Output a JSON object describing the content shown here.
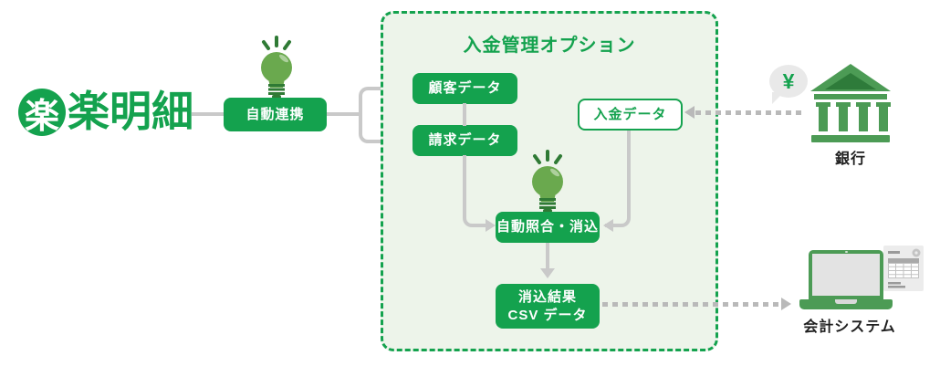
{
  "diagram": {
    "logo": {
      "mark": "楽",
      "text": "楽明細"
    },
    "auto_link_label": "自動連携",
    "option_box": {
      "title": "入金管理オプション",
      "nodes": {
        "customer_data": "顧客データ",
        "billing_data": "請求データ",
        "payment_data": "入金データ",
        "auto_matching": "自動照合・消込",
        "result_line1": "消込結果",
        "result_line2": "CSV データ"
      }
    },
    "bank": {
      "bubble_symbol": "¥",
      "label": "銀行"
    },
    "accounting": {
      "label": "会計システム"
    },
    "colors": {
      "primary_green": "#14a24e",
      "icon_green": "#4c9b55",
      "icon_green_dark": "#2e7b3a",
      "bulb_green": "#6aa94e",
      "box_background": "#edf4ea",
      "connector_gray": "#c9c9c9",
      "dashed_gray": "#b9b9b9",
      "label_color": "#1f1f1f"
    }
  }
}
